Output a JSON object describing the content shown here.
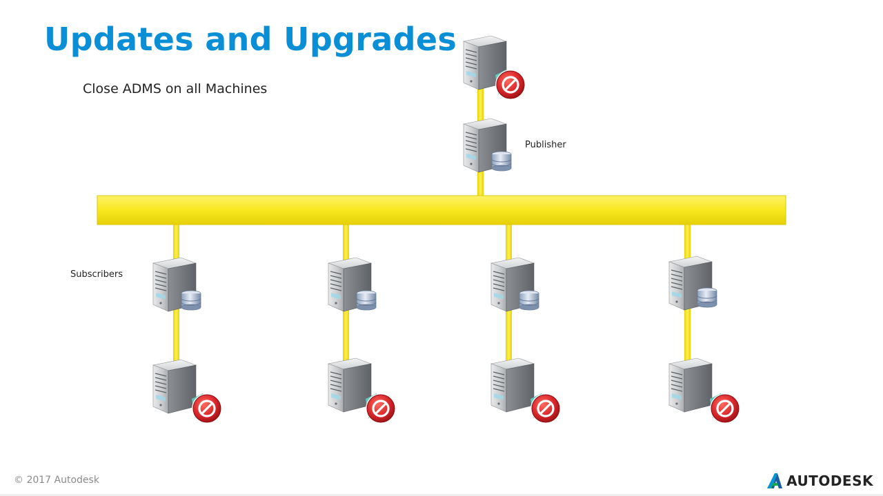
{
  "slide": {
    "title": "Updates and Upgrades",
    "subtitle": "Close ADMS on all Machines",
    "publisher_label": "Publisher",
    "subscribers_label": "Subscribers",
    "footer": "© 2017 Autodesk",
    "brand": "AUTODESK"
  },
  "colors": {
    "title": "#0a8fd6",
    "network_bar": "#f7e81e",
    "stop_badge": "#d8262b"
  },
  "icons": {
    "server": "server-icon",
    "database": "database-icon",
    "stop": "stop-icon"
  }
}
